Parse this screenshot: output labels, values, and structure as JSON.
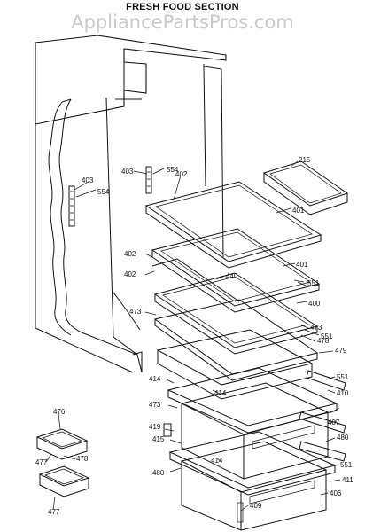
{
  "header": {
    "title": "FRESH FOOD SECTION",
    "watermark": "AppliancePartsPros.com"
  },
  "part_labels": [
    {
      "id": "p403a",
      "text": "403"
    },
    {
      "id": "p554a",
      "text": "554"
    },
    {
      "id": "p403b",
      "text": "403"
    },
    {
      "id": "p554b",
      "text": "554"
    },
    {
      "id": "p402a",
      "text": "402"
    },
    {
      "id": "p215",
      "text": "215"
    },
    {
      "id": "p401a",
      "text": "401"
    },
    {
      "id": "p402b",
      "text": "402"
    },
    {
      "id": "p402c",
      "text": "402"
    },
    {
      "id": "p401b",
      "text": "401"
    },
    {
      "id": "p440",
      "text": "440"
    },
    {
      "id": "p551a",
      "text": "551"
    },
    {
      "id": "p400",
      "text": "400"
    },
    {
      "id": "p473a",
      "text": "473"
    },
    {
      "id": "p473b",
      "text": "473"
    },
    {
      "id": "p551b",
      "text": "551"
    },
    {
      "id": "p478a",
      "text": "478"
    },
    {
      "id": "p479",
      "text": "479"
    },
    {
      "id": "p414a",
      "text": "414"
    },
    {
      "id": "p414b",
      "text": "414"
    },
    {
      "id": "p551c",
      "text": "551"
    },
    {
      "id": "p410",
      "text": "410"
    },
    {
      "id": "p473c",
      "text": "473"
    },
    {
      "id": "p407",
      "text": "407"
    },
    {
      "id": "p419",
      "text": "419"
    },
    {
      "id": "p415",
      "text": "415"
    },
    {
      "id": "p480a",
      "text": "480"
    },
    {
      "id": "p476",
      "text": "476"
    },
    {
      "id": "p414c",
      "text": "414"
    },
    {
      "id": "p480b",
      "text": "480"
    },
    {
      "id": "p478b",
      "text": "478"
    },
    {
      "id": "p551d",
      "text": "551"
    },
    {
      "id": "p477a",
      "text": "477"
    },
    {
      "id": "p411",
      "text": "411"
    },
    {
      "id": "p406",
      "text": "406"
    },
    {
      "id": "p409",
      "text": "409"
    },
    {
      "id": "p477b",
      "text": "477"
    }
  ]
}
